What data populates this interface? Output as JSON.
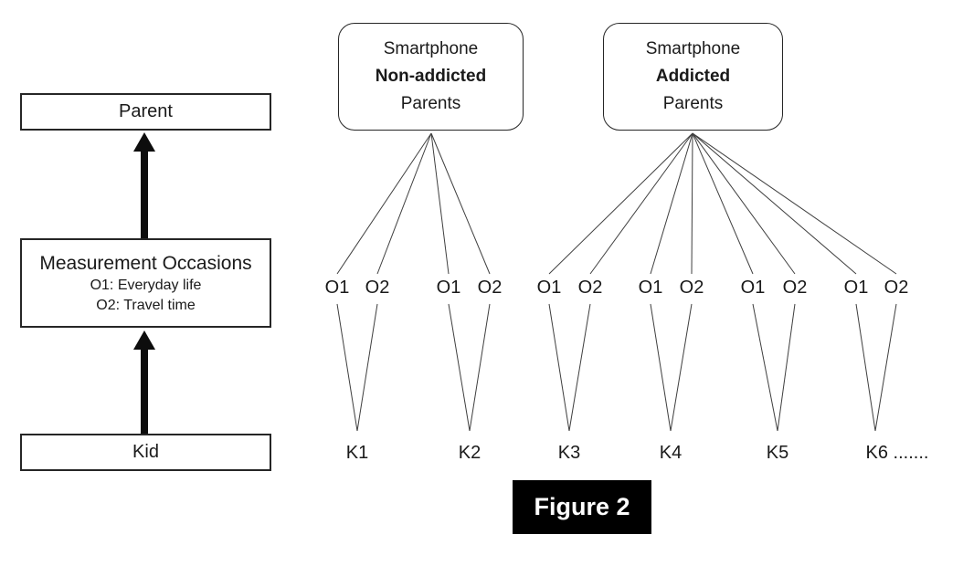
{
  "colors": {
    "background": "#ffffff",
    "text": "#1a1a1a",
    "line": "#3f3f3f",
    "arrow": "#0d0d0d",
    "caption_bg": "#000000",
    "caption_text": "#ffffff"
  },
  "hierarchy": {
    "parent": "Parent",
    "measurement": {
      "title": "Measurement Occasions",
      "o1": "O1: Everyday life",
      "o2": "O2: Travel time"
    },
    "kid": "Kid"
  },
  "groups": [
    {
      "line1": "Smartphone",
      "line2": "Non-addicted",
      "line3": "Parents"
    },
    {
      "line1": "Smartphone",
      "line2": "Addicted",
      "line3": "Parents"
    }
  ],
  "occasions": [
    "O1",
    "O2",
    "O1",
    "O2",
    "O1",
    "O2",
    "O1",
    "O2",
    "O1",
    "O2",
    "O1",
    "O2"
  ],
  "kids": [
    "K1",
    "K2",
    "K3",
    "K4",
    "K5",
    "K6 ......."
  ],
  "caption": "Figure 2"
}
